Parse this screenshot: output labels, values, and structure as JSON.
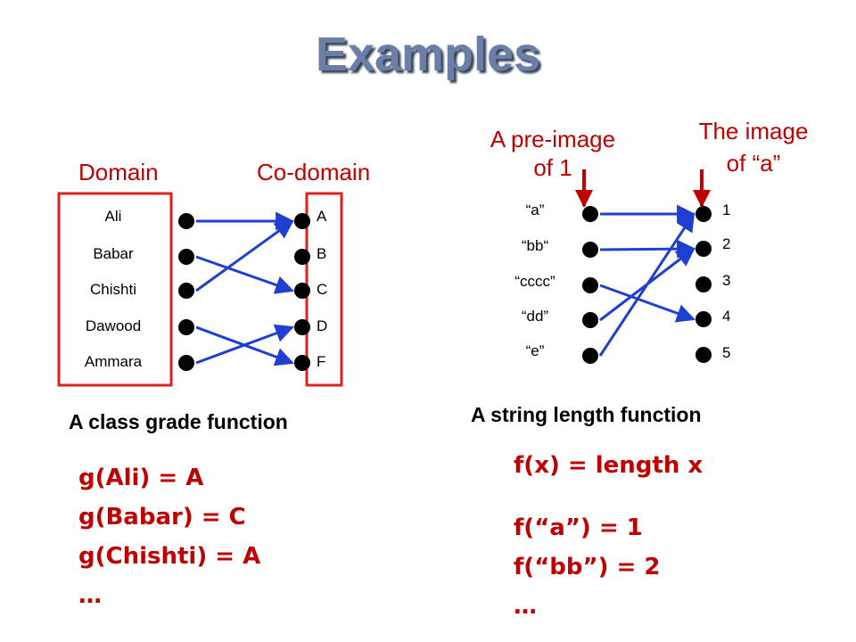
{
  "title": "Examples",
  "left": {
    "domain_label": "Domain",
    "codomain_label": "Co-domain",
    "domain": [
      "Ali",
      "Babar",
      "Chishti",
      "Dawood",
      "Ammara"
    ],
    "codomain": [
      "A",
      "B",
      "C",
      "D",
      "F"
    ],
    "mapping": [
      [
        0,
        0
      ],
      [
        1,
        2
      ],
      [
        2,
        0
      ],
      [
        3,
        4
      ],
      [
        4,
        3
      ]
    ],
    "caption": "A class grade function",
    "formulas": [
      "g(Ali) = A",
      "g(Babar) = C",
      "g(Chishti) = A",
      "…"
    ]
  },
  "right": {
    "preimage_label_1": "A pre-image",
    "preimage_label_2": "of 1",
    "image_label_1": "The image",
    "image_label_2": "of “a”",
    "domain": [
      "“a”",
      "“bb“",
      "“cccc”",
      "“dd”",
      "“e”"
    ],
    "codomain": [
      "1",
      "2",
      "3",
      "4",
      "5"
    ],
    "mapping": [
      [
        0,
        0
      ],
      [
        1,
        1
      ],
      [
        2,
        3
      ],
      [
        3,
        1
      ],
      [
        4,
        0
      ]
    ],
    "caption": "A string length function",
    "definition": "f(x) = length x",
    "formulas": [
      "f(“a”) = 1",
      "f(“bb”) = 2",
      "…"
    ]
  },
  "colors": {
    "arrow": "#1f3fd0",
    "accent": "#c00000",
    "title": "#6a7fa8"
  }
}
